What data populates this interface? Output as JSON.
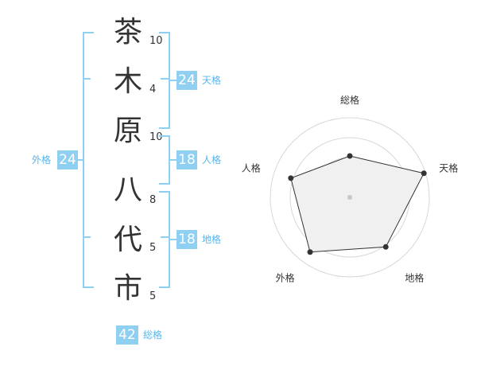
{
  "name": {
    "characters": [
      {
        "char": "茶",
        "strokes": "10"
      },
      {
        "char": "木",
        "strokes": "4"
      },
      {
        "char": "原",
        "strokes": "10"
      },
      {
        "char": "八",
        "strokes": "8"
      },
      {
        "char": "代",
        "strokes": "5"
      },
      {
        "char": "市",
        "strokes": "5"
      }
    ]
  },
  "scores": {
    "tenkaku": {
      "value": "24",
      "label": "天格"
    },
    "jinkaku": {
      "value": "18",
      "label": "人格"
    },
    "chikaku": {
      "value": "18",
      "label": "地格"
    },
    "gaikaku": {
      "value": "24",
      "label": "外格"
    },
    "soukaku": {
      "value": "42",
      "label": "総格"
    }
  },
  "chart_data": {
    "type": "radar",
    "axes": [
      "総格",
      "天格",
      "地格",
      "外格",
      "人格"
    ],
    "rings": 4,
    "values": [
      0.52,
      0.98,
      0.77,
      0.85,
      0.78
    ]
  },
  "colors": {
    "accent": "#8fd0f2",
    "label": "#55b6ee",
    "radar_fill": "#f0f0f0",
    "radar_line": "#333333"
  }
}
